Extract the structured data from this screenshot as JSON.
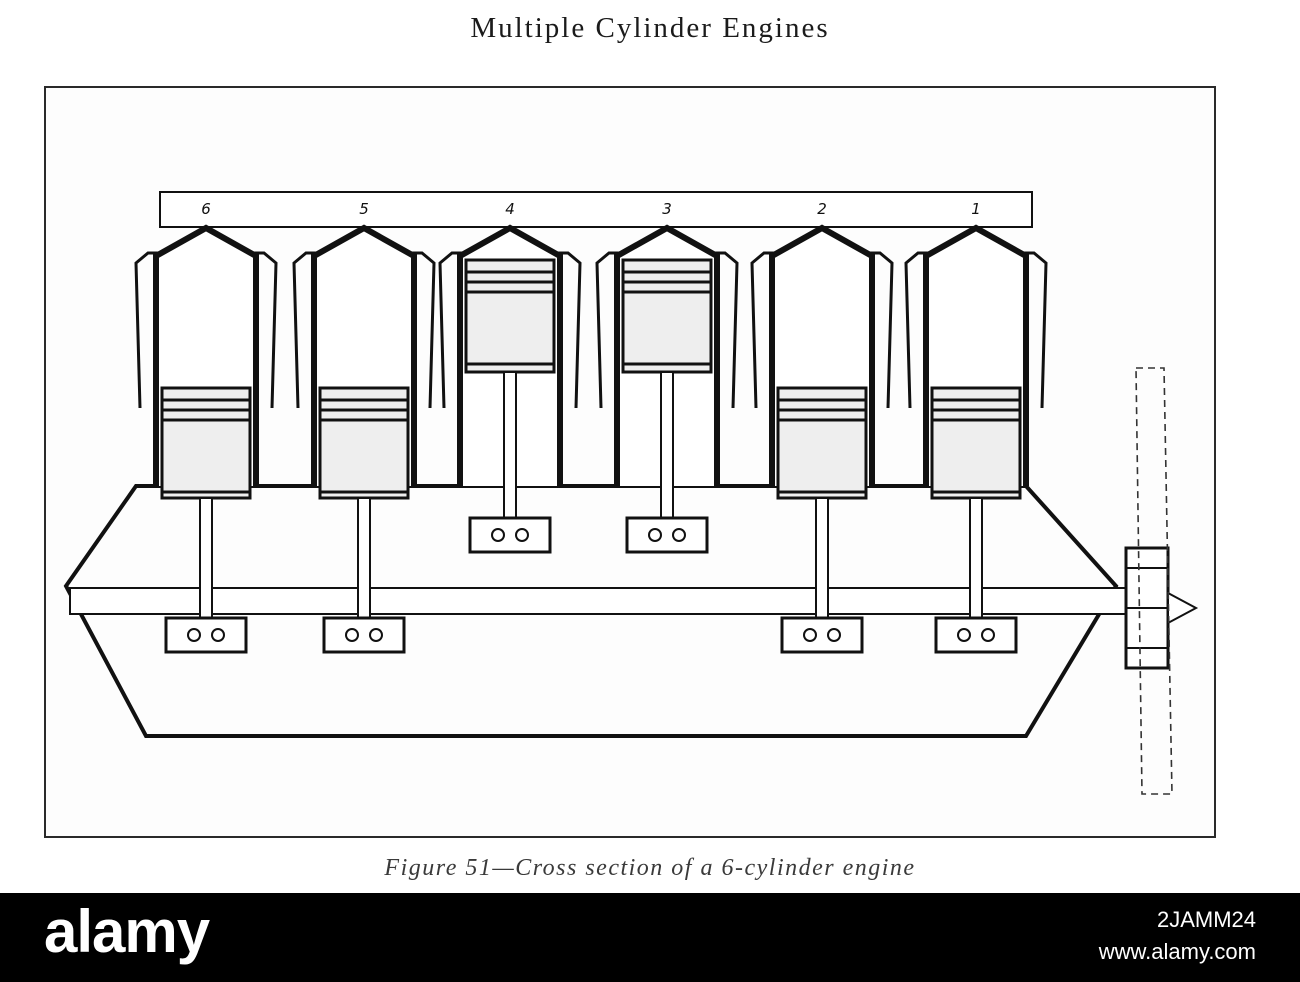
{
  "page": {
    "title": "Multiple Cylinder Engines"
  },
  "figure": {
    "caption": "Figure 51—Cross section of a 6-cylinder engine",
    "cylinder_labels": [
      "6",
      "5",
      "4",
      "3",
      "2",
      "1"
    ]
  },
  "watermark": {
    "logo": "alamy",
    "image_id": "2JAMM24",
    "url": "www.alamy.com"
  }
}
